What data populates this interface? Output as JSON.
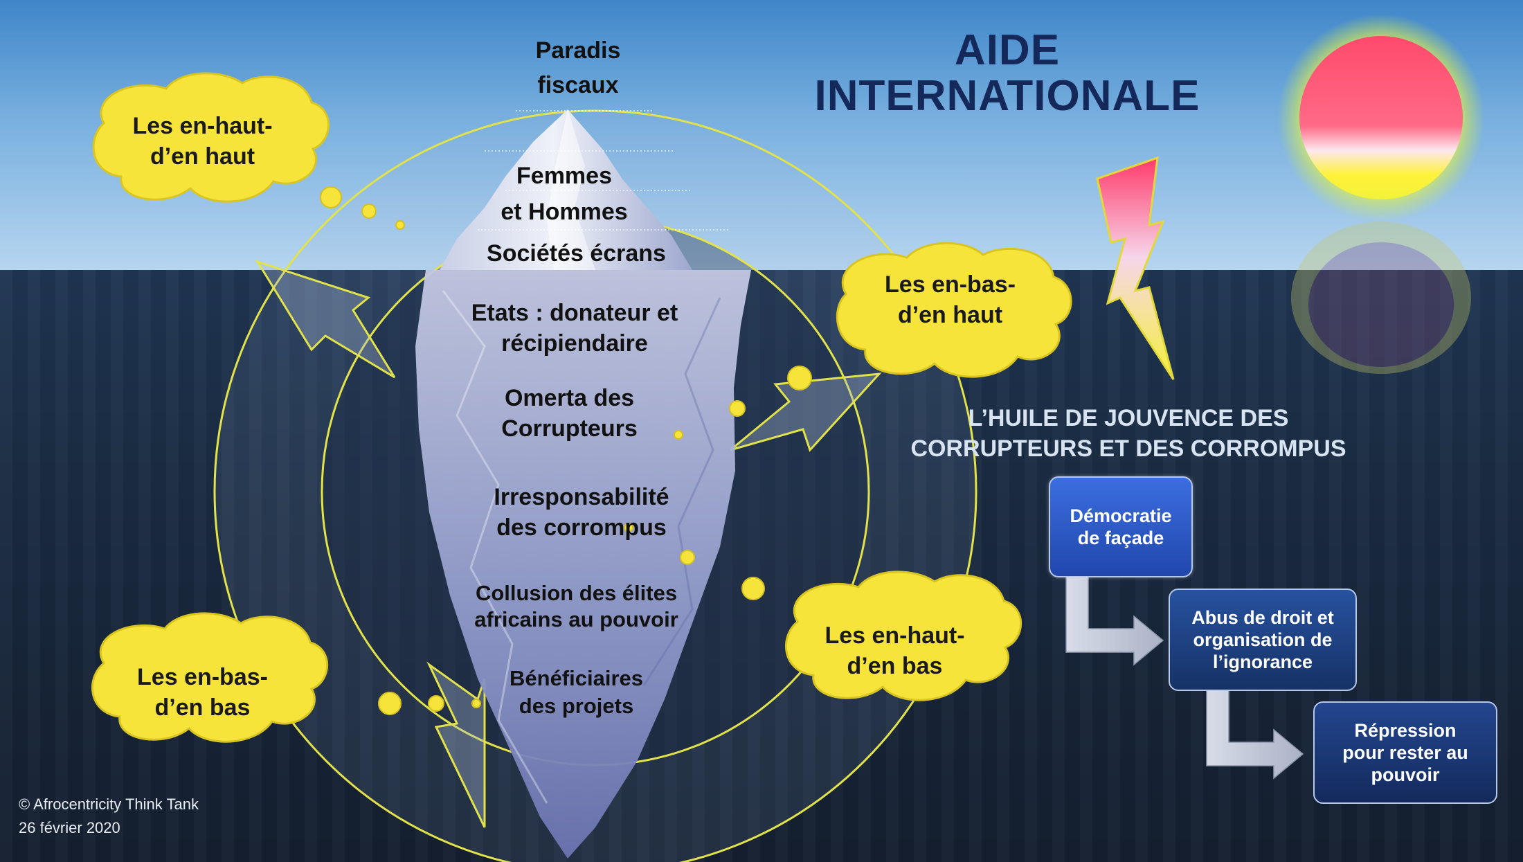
{
  "title": {
    "line1": "AIDE",
    "line2": "INTERNATIONALE"
  },
  "iceberg": {
    "top_label": {
      "line1": "Paradis",
      "line2": "fiscaux"
    },
    "layers": [
      {
        "line1": "Femmes",
        "line2": "et Hommes"
      },
      {
        "line1": "Sociétés écrans"
      },
      {
        "line1": "Etats : donateur et",
        "line2": "récipiendaire"
      },
      {
        "line1": "Omerta des",
        "line2": "Corrupteurs"
      },
      {
        "line1": "Irresponsabilité",
        "line2": "des corrompus"
      },
      {
        "line1": "Collusion des élites",
        "line2": "africains au pouvoir"
      },
      {
        "line1": "Bénéficiaires",
        "line2": "des projets"
      }
    ]
  },
  "clouds": [
    {
      "line1": "Les en-haut-",
      "line2": "d’en haut"
    },
    {
      "line1": "Les en-bas-",
      "line2": "d’en haut"
    },
    {
      "line1": "Les en-haut-",
      "line2": "d’en bas"
    },
    {
      "line1": "Les en-bas-",
      "line2": "d’en bas"
    }
  ],
  "subtitle": {
    "line1": "L’HUILE DE JOUVENCE DES",
    "line2": "CORRUPTEURS ET DES CORROMPUS"
  },
  "process": [
    {
      "line1": "Démocratie",
      "line2": "de façade"
    },
    {
      "line1": "Abus de droit et",
      "line2": "organisation de",
      "line3": "l’ignorance"
    },
    {
      "line1": "Répression",
      "line2": "pour rester au",
      "line3": "pouvoir"
    }
  ],
  "footer": {
    "copyright": "© Afrocentricity Think Tank",
    "date": "26 février 2020"
  },
  "colors": {
    "cloud": "#f7e43a",
    "title": "#14295a",
    "box1": "#2a55c4",
    "box2": "#1c3d7f",
    "box3": "#1a3470",
    "cycle": "#e2e24a"
  }
}
